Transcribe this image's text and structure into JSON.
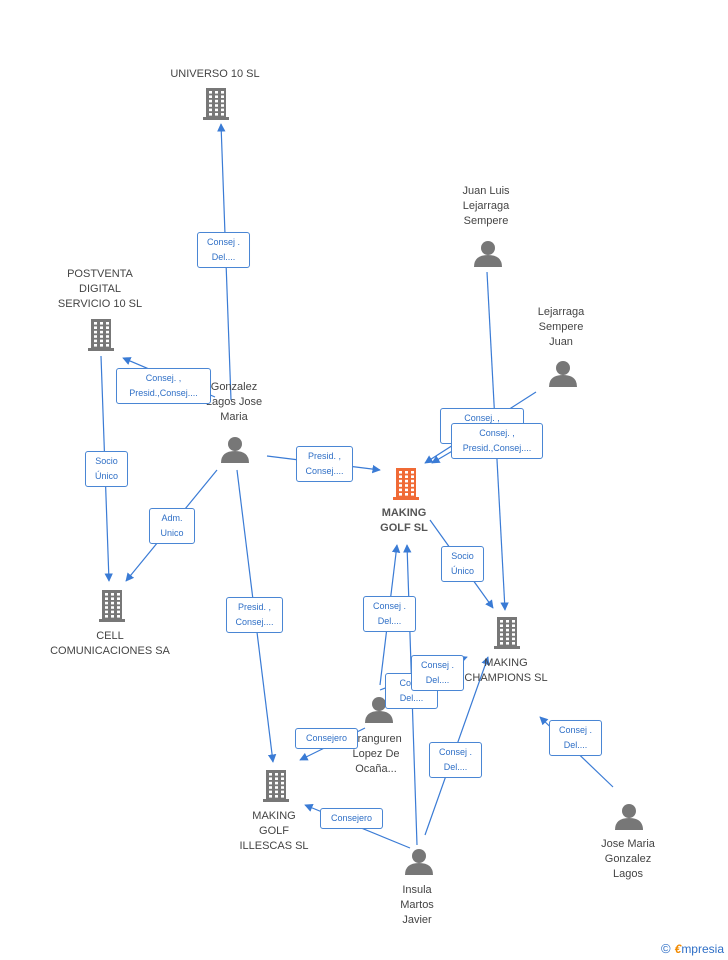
{
  "nodes": {
    "universo": {
      "label": "UNIVERSO 10 SL",
      "kind": "company"
    },
    "postventa": {
      "label": "POSTVENTA\nDIGITAL\nSERVICIO 10 SL",
      "kind": "company"
    },
    "cell": {
      "label": "CELL\nCOMUNICACIONES SA",
      "kind": "company"
    },
    "making_golf": {
      "label": "MAKING\nGOLF SL",
      "kind": "company-main"
    },
    "making_champions": {
      "label": "MAKING\nCHAMPIONS SL",
      "kind": "company"
    },
    "making_golf_illescas": {
      "label": "MAKING\nGOLF\nILLESCAS SL",
      "kind": "company"
    },
    "gonzalez_lagos": {
      "label": "Gonzalez\nLagos Jose\nMaria",
      "kind": "person"
    },
    "juan_luis": {
      "label": "Juan Luis\nLejarraga\nSempere",
      "kind": "person"
    },
    "lejarraga_juan": {
      "label": "Lejarraga\nSempere\nJuan",
      "kind": "person"
    },
    "aranguren": {
      "label": "Aranguren\nLopez De\nOcaña...",
      "kind": "person"
    },
    "jose_maria": {
      "label": "Jose Maria\nGonzalez\nLagos",
      "kind": "person"
    },
    "insula": {
      "label": "Insula\nMartos\nJavier",
      "kind": "person"
    }
  },
  "edge_labels": {
    "gl_universo": "Consej .\nDel....",
    "gl_postventa": "Consej. ,\nPresid.,Consej....",
    "postventa_cell": "Socio\nÚnico",
    "gl_cell": "Adm.\nUnico",
    "gl_golf": "Presid. ,\nConsej....",
    "gl_illescas": "Presid. ,\nConsej....",
    "jl_golf": "Consej. ,\nS...",
    "lj_golf": "Consej. ,\nPresid.,Consej....",
    "golf_champions": "Socio\nÚnico",
    "ar_golf": "Consej .\nDel....",
    "ar_champions": "Cop...\nDel....",
    "in_golf": "Consej .\nDel....",
    "ar_illescas": "Consejero",
    "in_champions": "Consej .\nDel....",
    "in_illescas": "Consejero",
    "jm_champions": "Consej .\nDel...."
  },
  "colors": {
    "edge": "#3a7bd5",
    "company": "#777777",
    "company_main": "#f06a35",
    "person": "#777777"
  },
  "brand": {
    "copyright": "©",
    "name_first": "€",
    "name_rest": "mpresia"
  }
}
